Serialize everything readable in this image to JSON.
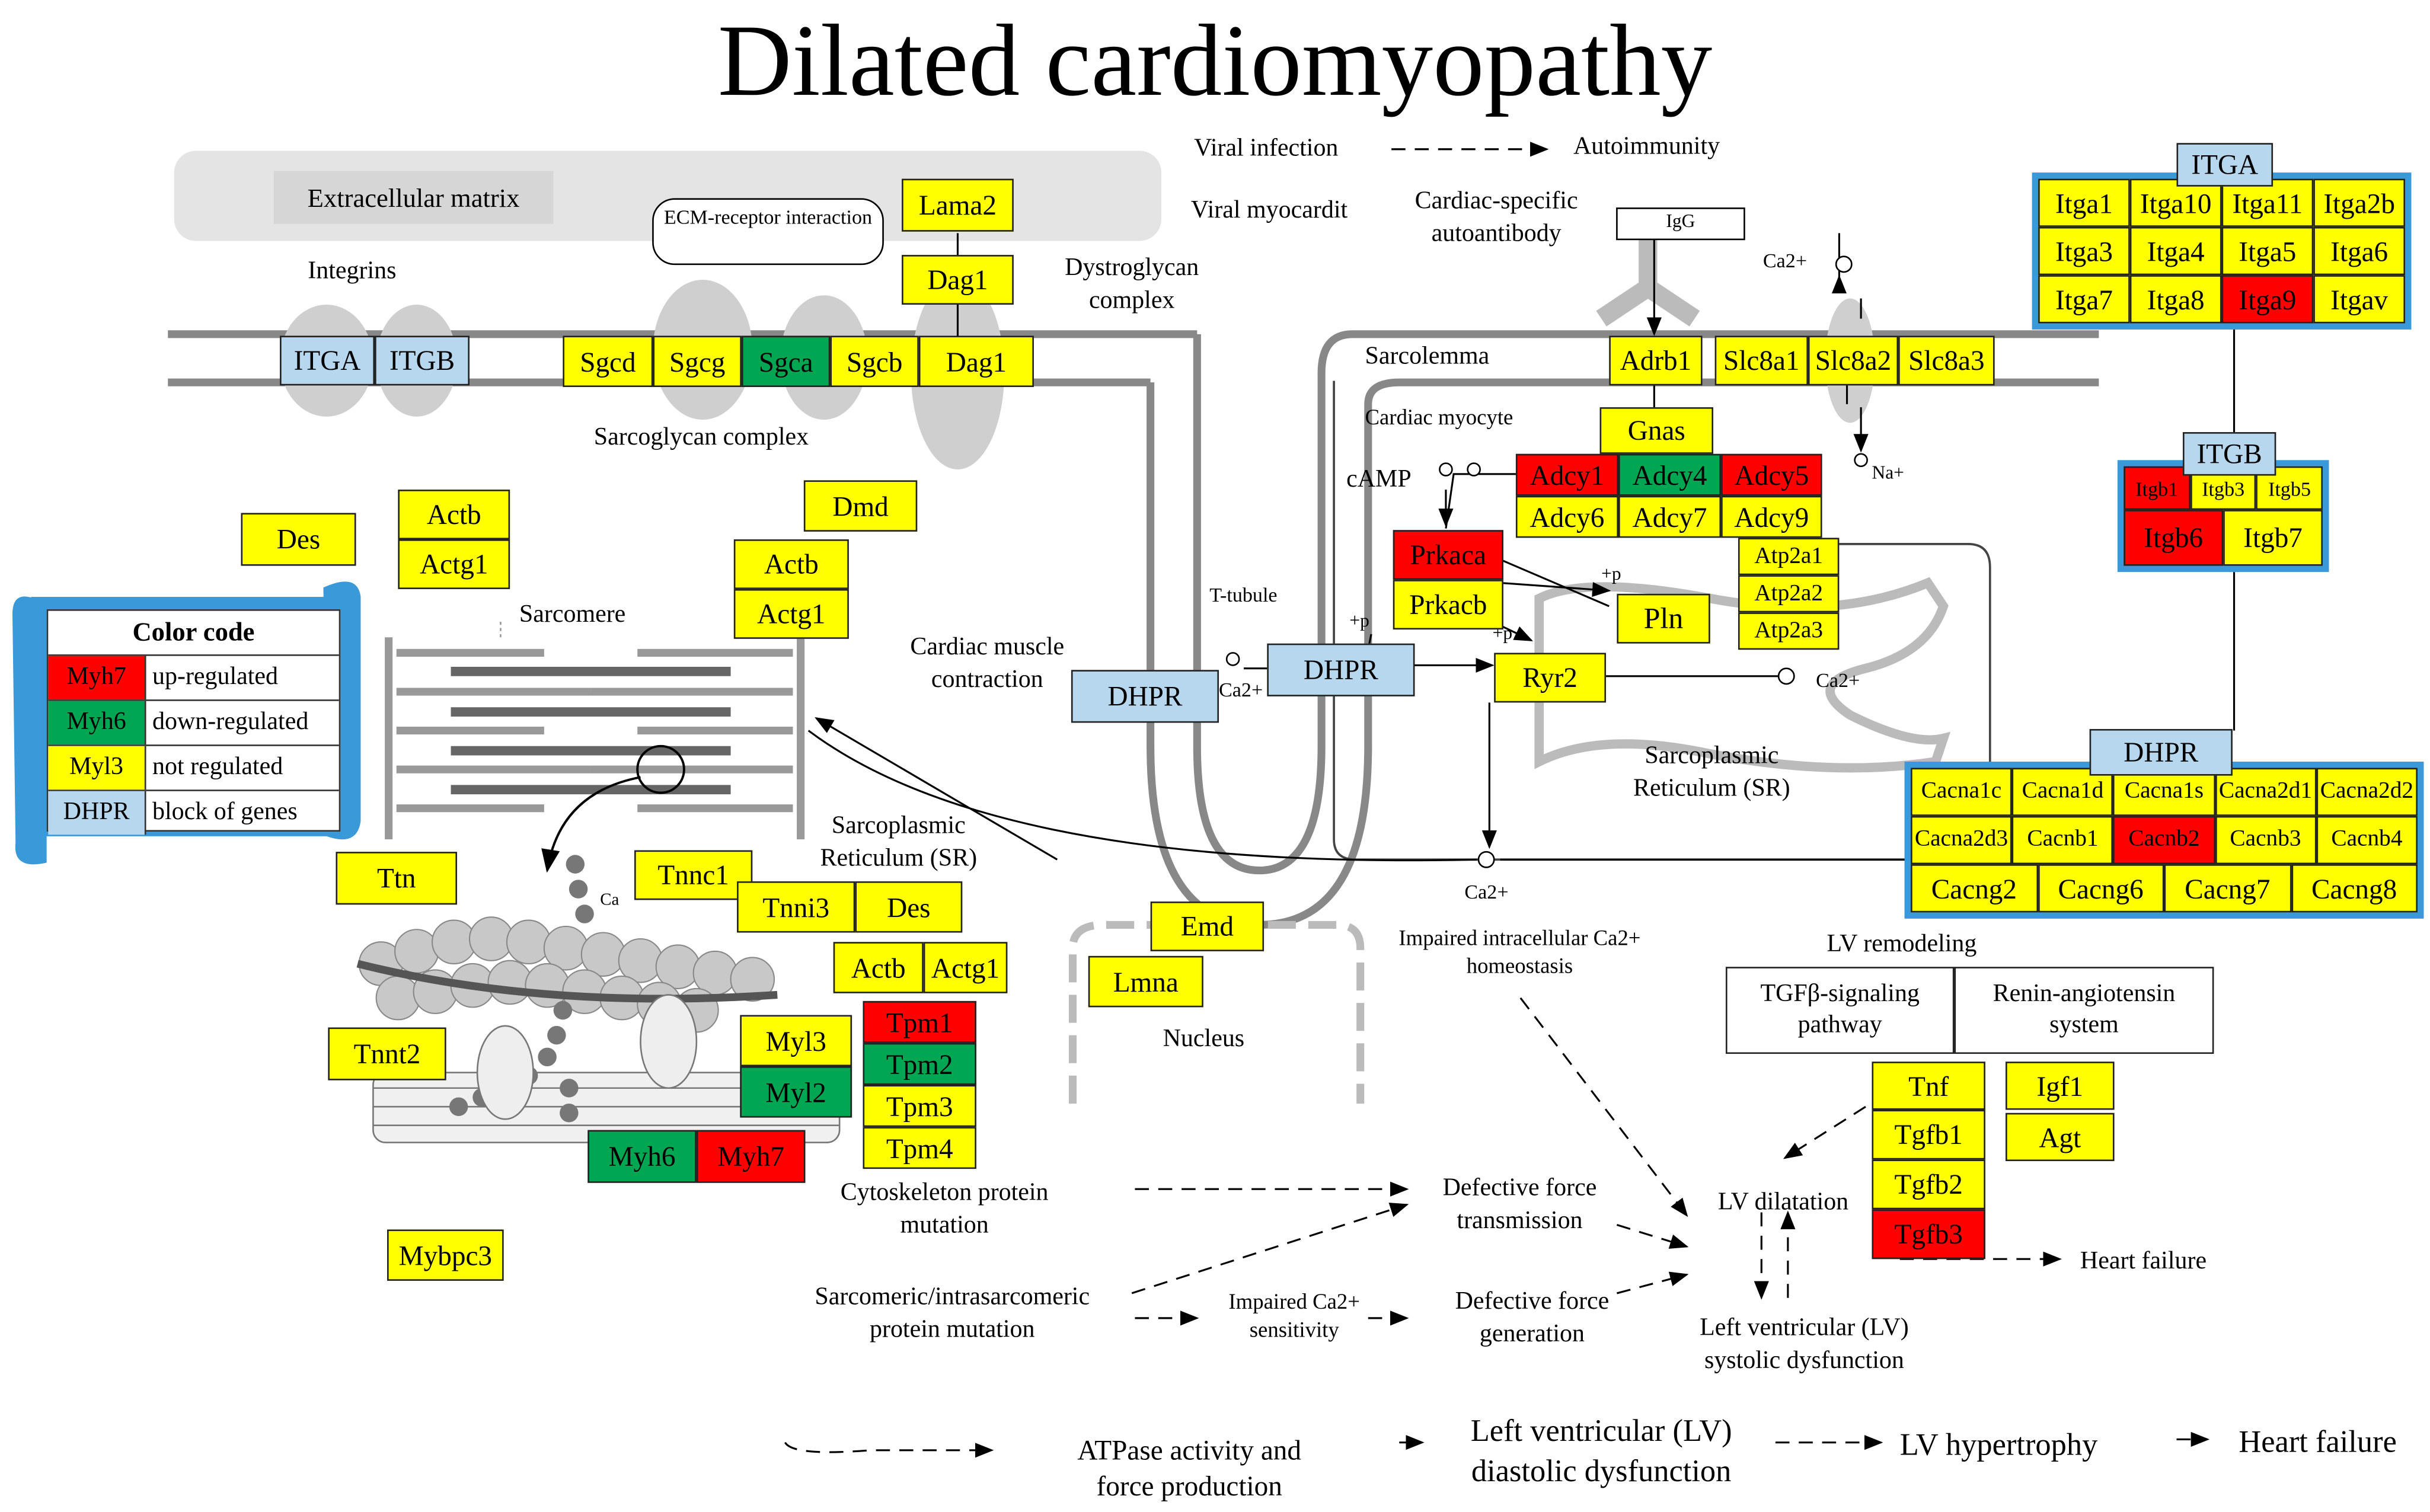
{
  "title": "Dilated cardiomyopathy",
  "colors": {
    "up": "#ff0000",
    "down": "#00a651",
    "none": "#ffff00",
    "block": "#b7d7ee",
    "frame": "#3a9ad9"
  },
  "labels": {
    "extracellular_matrix": "Extracellular matrix",
    "ecm_receptor": "ECM-receptor interaction",
    "integrins": "Integrins",
    "dystroglycan_complex": "Dystroglycan complex",
    "sarcoglycan_complex": "Sarcoglycan complex",
    "viral_infection": "Viral infection",
    "autoimmunity": "Autoimmunity",
    "viral_myocardit": "Viral myocardit",
    "cardiac_autoantibody": "Cardiac-specific autoantibody",
    "igg": "IgG",
    "sarcolemma": "Sarcolemma",
    "cardiac_myocyte": "Cardiac myocyte",
    "camp": "cAMP",
    "t_tubule": "T-tubule",
    "cardiac_contraction": "Cardiac muscle contraction",
    "sarcomere": "Sarcomere",
    "sr_left": "Sarcoplasmic Reticulum (SR)",
    "sr_right": "Sarcoplasmic Reticulum (SR)",
    "ca": "Ca",
    "ca2": "Ca2+",
    "na": "Na+",
    "plus_p": "+p",
    "nucleus": "Nucleus",
    "impaired_ca": "Impaired intracellular Ca2+ homeostasis",
    "lv_remodeling": "LV remodeling",
    "tgfb_pathway": "TGFβ-signaling pathway",
    "renin": "Renin-angiotensin system",
    "lv_dilatation": "LV dilatation",
    "heart_failure": "Heart failure",
    "cytoskeleton": "Cytoskeleton protein mutation",
    "defective_transmission": "Defective force transmission",
    "sarcomeric_mutation": "Sarcomeric/intrasarcomeric protein mutation",
    "impaired_sensitivity": "Impaired Ca2+ sensitivity",
    "defective_generation": "Defective force generation",
    "lv_systolic": "Left ventricular (LV) systolic dysfunction",
    "atpase": "ATPase activity and force production",
    "lv_diastolic": "Left ventricular (LV) diastolic dysfunction",
    "lv_hypertrophy": "LV hypertrophy",
    "heart_failure_2": "Heart failure"
  },
  "legend": {
    "title": "Color code",
    "rows": [
      {
        "gene": "Myh7",
        "text": "up-regulated"
      },
      {
        "gene": "Myh6",
        "text": "down-regulated"
      },
      {
        "gene": "Myl3",
        "text": "not regulated"
      },
      {
        "gene": "DHPR",
        "text": "block of genes"
      }
    ]
  },
  "genes": {
    "itga_l": "ITGA",
    "itgb_l": "ITGB",
    "sgcd": "Sgcd",
    "sgcg": "Sgcg",
    "sgca": "Sgca",
    "sgcb": "Sgcb",
    "dag1_m": "Dag1",
    "lama2": "Lama2",
    "dag1_t": "Dag1",
    "actb_1": "Actb",
    "actg1_1": "Actg1",
    "des_1": "Des",
    "dmd": "Dmd",
    "actb_2": "Actb",
    "actg1_2": "Actg1",
    "ttn": "Ttn",
    "tnnc1": "Tnnc1",
    "tnni3": "Tnni3",
    "des_2": "Des",
    "actb_3": "Actb",
    "actg1_3": "Actg1",
    "tnnt2": "Tnnt2",
    "myl3": "Myl3",
    "myl2": "Myl2",
    "tpm1": "Tpm1",
    "tpm2": "Tpm2",
    "tpm3": "Tpm3",
    "tpm4": "Tpm4",
    "myh6": "Myh6",
    "myh7": "Myh7",
    "mybpc3": "Mybpc3",
    "emd": "Emd",
    "lmna": "Lmna",
    "adrb1": "Adrb1",
    "slc8a1": "Slc8a1",
    "slc8a2": "Slc8a2",
    "slc8a3": "Slc8a3",
    "gnas": "Gnas",
    "adcy1": "Adcy1",
    "adcy4": "Adcy4",
    "adcy5": "Adcy5",
    "adcy6": "Adcy6",
    "adcy7": "Adcy7",
    "adcy9": "Adcy9",
    "prkaca": "Prkaca",
    "prkacb": "Prkacb",
    "atp2a1": "Atp2a1",
    "atp2a2": "Atp2a2",
    "atp2a3": "Atp2a3",
    "pln": "Pln",
    "ryr2": "Ryr2",
    "dhpr_1": "DHPR",
    "dhpr_2": "DHPR",
    "tnf": "Tnf",
    "tgfb1": "Tgfb1",
    "tgfb2": "Tgfb2",
    "tgfb3": "Tgfb3",
    "igf1": "Igf1",
    "agt": "Agt"
  },
  "itga_block": {
    "title": "ITGA",
    "items": [
      "Itga1",
      "Itga10",
      "Itga11",
      "Itga2b",
      "Itga3",
      "Itga4",
      "Itga5",
      "Itga6",
      "Itga7",
      "Itga8",
      "Itga9",
      "Itgav"
    ]
  },
  "itgb_block": {
    "title": "ITGB",
    "row1": [
      "Itgb1",
      "Itgb3",
      "Itgb5"
    ],
    "row2": [
      "Itgb6",
      "Itgb7"
    ]
  },
  "dhpr_block": {
    "title": "DHPR",
    "items": [
      "Cacna1c",
      "Cacna1d",
      "Cacna1s",
      "Cacna2d1",
      "Cacna2d2",
      "Cacna2d3",
      "Cacnb1",
      "Cacnb2",
      "Cacnb3",
      "Cacnb4",
      "Cacng2",
      "Cacng6",
      "Cacng7",
      "Cacng8"
    ]
  }
}
